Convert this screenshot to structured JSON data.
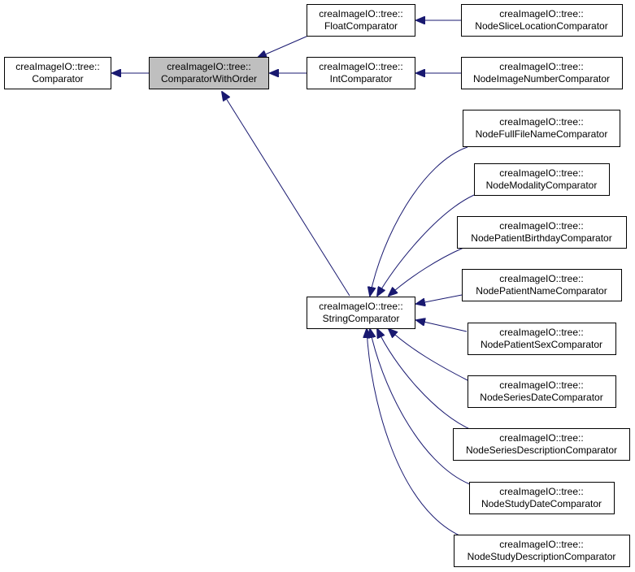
{
  "colors": {
    "edge": "#191970",
    "box_border": "#000000",
    "highlight_fill": "#bfbfbf",
    "background": "#ffffff"
  },
  "nodes": {
    "comparator": {
      "line1": "creaImageIO::tree::",
      "line2": "Comparator"
    },
    "comparator_with_order": {
      "line1": "creaImageIO::tree::",
      "line2": "ComparatorWithOrder"
    },
    "float_comparator": {
      "line1": "creaImageIO::tree::",
      "line2": "FloatComparator"
    },
    "int_comparator": {
      "line1": "creaImageIO::tree::",
      "line2": "IntComparator"
    },
    "string_comparator": {
      "line1": "creaImageIO::tree::",
      "line2": "StringComparator"
    },
    "node_slice_location_comparator": {
      "line1": "creaImageIO::tree::",
      "line2": "NodeSliceLocationComparator"
    },
    "node_image_number_comparator": {
      "line1": "creaImageIO::tree::",
      "line2": "NodeImageNumberComparator"
    },
    "node_full_file_name_comparator": {
      "line1": "creaImageIO::tree::",
      "line2": "NodeFullFileNameComparator"
    },
    "node_modality_comparator": {
      "line1": "creaImageIO::tree::",
      "line2": "NodeModalityComparator"
    },
    "node_patient_birthday_comparator": {
      "line1": "creaImageIO::tree::",
      "line2": "NodePatientBirthdayComparator"
    },
    "node_patient_name_comparator": {
      "line1": "creaImageIO::tree::",
      "line2": "NodePatientNameComparator"
    },
    "node_patient_sex_comparator": {
      "line1": "creaImageIO::tree::",
      "line2": "NodePatientSexComparator"
    },
    "node_series_date_comparator": {
      "line1": "creaImageIO::tree::",
      "line2": "NodeSeriesDateComparator"
    },
    "node_series_description_comparator": {
      "line1": "creaImageIO::tree::",
      "line2": "NodeSeriesDescriptionComparator"
    },
    "node_study_date_comparator": {
      "line1": "creaImageIO::tree::",
      "line2": "NodeStudyDateComparator"
    },
    "node_study_description_comparator": {
      "line1": "creaImageIO::tree::",
      "line2": "NodeStudyDescriptionComparator"
    }
  }
}
